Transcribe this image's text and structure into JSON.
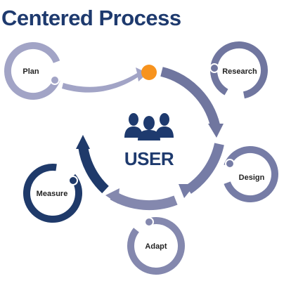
{
  "title": "Centered Process",
  "center": {
    "label": "USER",
    "icon": "users-group-icon"
  },
  "nodes": [
    {
      "id": "plan",
      "label": "Plan"
    },
    {
      "id": "research",
      "label": "Research"
    },
    {
      "id": "design",
      "label": "Design"
    },
    {
      "id": "adapt",
      "label": "Adapt"
    },
    {
      "id": "measure",
      "label": "Measure"
    }
  ],
  "colors": {
    "title": "#1e3a6e",
    "plan": "#a2a4c6",
    "research": "#70769f",
    "design": "#767ca6",
    "adapt": "#8488ae",
    "measure": "#1f3a6a",
    "center_dot": "#f7931e",
    "user": "#1e3a6e"
  }
}
